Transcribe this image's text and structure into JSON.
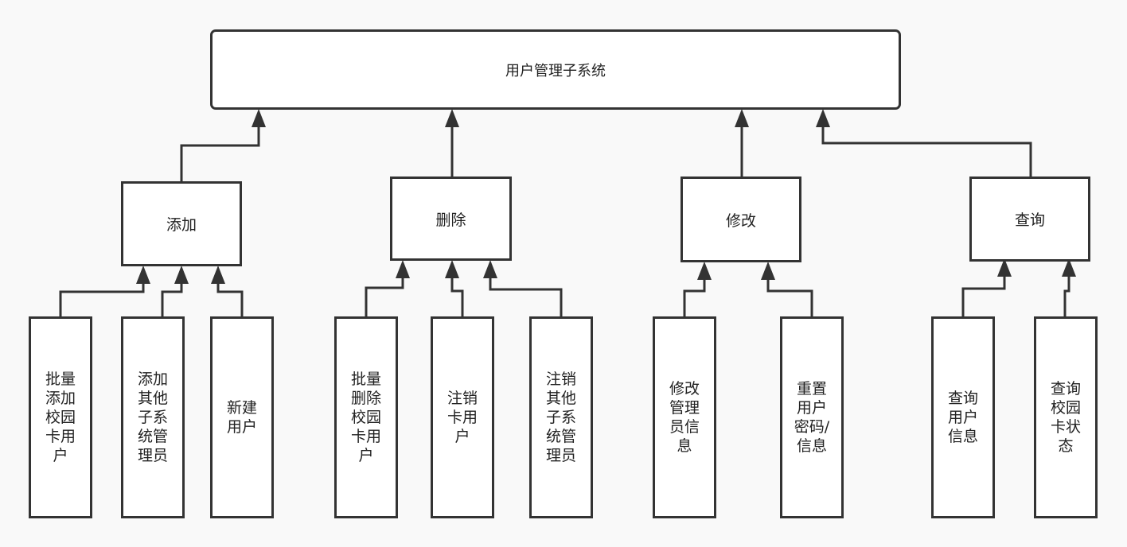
{
  "diagram": {
    "root": {
      "label": "用户管理子系统"
    },
    "categories": [
      {
        "label": "添加",
        "children": [
          "批量添加校园卡用户",
          "添加其他子系统管理员",
          "新建用户"
        ]
      },
      {
        "label": "删除",
        "children": [
          "批量删除校园卡用户",
          "注销卡用户",
          "注销其他子系统管理员"
        ]
      },
      {
        "label": "修改",
        "children": [
          "修改管理员信息",
          "重置用户密码/信息"
        ]
      },
      {
        "label": "查询",
        "children": [
          "查询用户信息",
          "查询校园卡状态"
        ]
      }
    ],
    "colors": {
      "stroke": "#333333",
      "box_fill": "#ffffff",
      "background": "#f9f9f9"
    }
  }
}
